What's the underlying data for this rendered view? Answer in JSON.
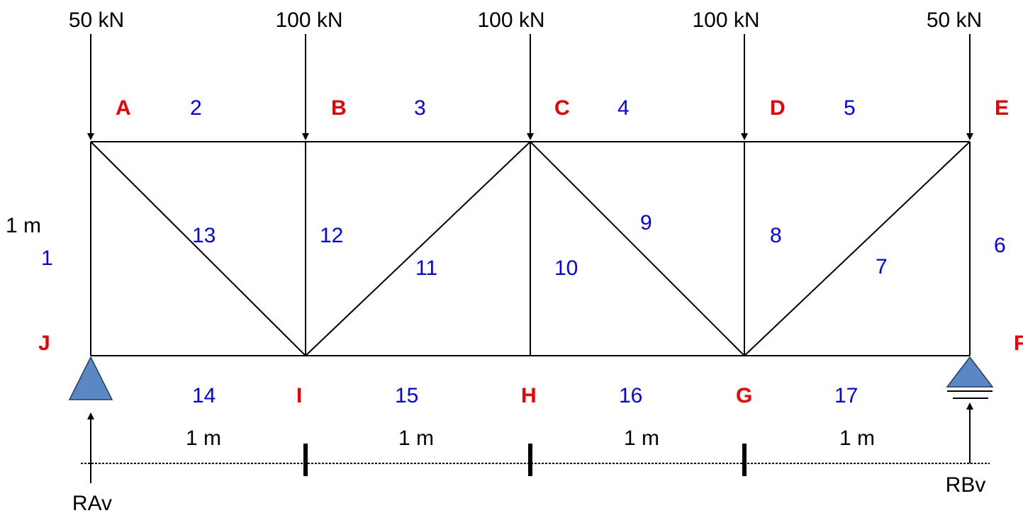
{
  "colors": {
    "member_label": "#0000ee",
    "joint_label": "#ee0000",
    "support_fill": "#5b87c5",
    "line": "#000000"
  },
  "loads": [
    {
      "label": "50 kN"
    },
    {
      "label": "100 kN"
    },
    {
      "label": "100 kN"
    },
    {
      "label": "100 kN"
    },
    {
      "label": "50 kN"
    }
  ],
  "joints": {
    "A": "A",
    "B": "B",
    "C": "C",
    "D": "D",
    "E": "E",
    "F": "F",
    "G": "G",
    "H": "H",
    "I": "I",
    "J": "J"
  },
  "members": {
    "m1": "1",
    "m2": "2",
    "m3": "3",
    "m4": "4",
    "m5": "5",
    "m6": "6",
    "m7": "7",
    "m8": "8",
    "m9": "9",
    "m10": "10",
    "m11": "11",
    "m12": "12",
    "m13": "13",
    "m14": "14",
    "m15": "15",
    "m16": "16",
    "m17": "17"
  },
  "dimensions": {
    "height": "1 m",
    "panels": [
      "1 m",
      "1 m",
      "1 m",
      "1 m"
    ]
  },
  "reactions": {
    "left": "RAv",
    "right": "RBv"
  }
}
